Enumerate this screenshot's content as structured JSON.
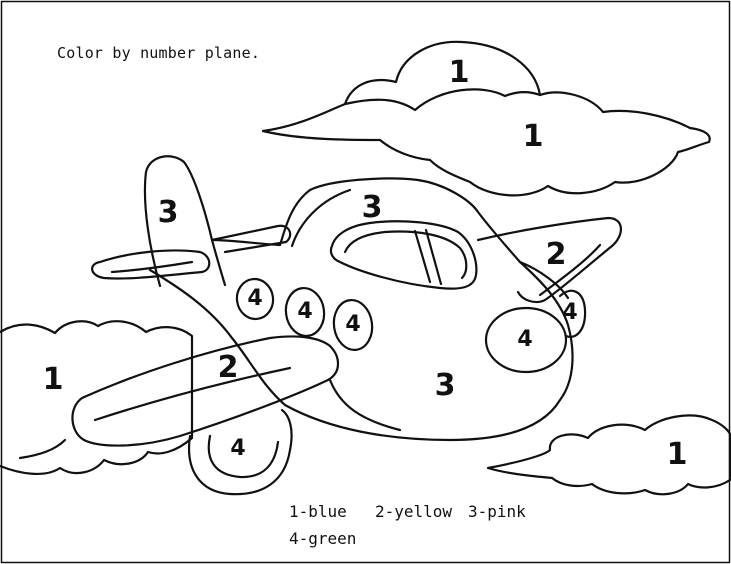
{
  "title": "Color by number plane.",
  "regions": {
    "cloud_top_upper": "1",
    "cloud_top_lower": "1",
    "cloud_left": "1",
    "cloud_bottom_right": "1",
    "tail_fin": "3",
    "cockpit_top": "3",
    "fuselage_body": "3",
    "wing_right": "2",
    "wing_front": "2",
    "window_1": "4",
    "window_2": "4",
    "window_3": "4",
    "nose_patch": "4",
    "propeller_hub": "4",
    "engine_pod": "4"
  },
  "legend": {
    "item1": "1-blue",
    "item2": "2-yellow",
    "item3": "3-pink",
    "item4": "4-green"
  },
  "colors": {
    "line": "#111111",
    "background": "#ffffff"
  }
}
